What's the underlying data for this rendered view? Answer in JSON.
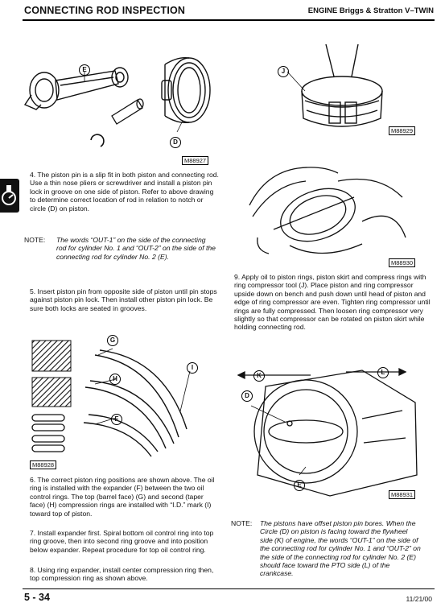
{
  "header": {
    "title": "CONNECTING ROD INSPECTION",
    "engine": "ENGINE Briggs & Stratton V–TWIN"
  },
  "figures": {
    "fig1": {
      "id": "M88927",
      "callouts": [
        "E",
        "D"
      ]
    },
    "fig2": {
      "id": "M88929",
      "callouts": [
        "J"
      ]
    },
    "fig3": {
      "id": "M88930"
    },
    "fig4": {
      "id": "M88928",
      "callouts": [
        "G",
        "H",
        "I",
        "F"
      ]
    },
    "fig5": {
      "id": "M88931",
      "callouts": [
        "K",
        "L",
        "D",
        "E"
      ]
    }
  },
  "steps": {
    "s4": "4. The piston pin is a slip fit in both piston and connecting rod. Use a thin nose pliers or screwdriver and install a piston pin lock in groove on one side of piston. Refer to above drawing to determine correct location of rod in relation to notch or circle (D) on piston.",
    "note1_label": "NOTE:",
    "note1_text": "The words “OUT-1” on the side of the connecting rod for cylinder No. 1 and “OUT-2” on the side of the connecting rod for cylinder No. 2 (E).",
    "s5": "5. Insert piston pin from opposite side of piston until pin stops against piston pin lock. Then install other piston pin lock. Be sure both locks are seated in grooves.",
    "s6": "6. The correct piston ring positions are shown above. The oil ring is installed with the expander (F) between the two oil control rings. The top (barrel face) (G) and second (taper face) (H) compression rings are installed with “I.D.” mark (I) toward top of piston.",
    "s7": "7. Install expander first. Spiral bottom oil control ring into top ring groove, then into second ring groove and into position below expander. Repeat procedure for top oil control ring.",
    "s8": "8. Using ring expander, install center compression ring then, top compression ring as shown above.",
    "s9": "9. Apply oil to piston rings, piston skirt and compress rings with ring compressor tool (J). Place piston and ring compressor upside down on bench and push down until head of piston and edge of ring compressor are even. Tighten ring compressor until rings are fully compressed. Then loosen ring compressor very slightly so that compressor can be rotated on piston skirt while holding connecting rod.",
    "note2_label": "NOTE:",
    "note2_text": "The pistons have offset piston pin bores. When the Circle (D) on piston is facing toward the flywheel side (K) of engine, the words “OUT-1” on the side of the connecting rod for cylinder No. 1 and “OUT-2” on the side of the connecting rod for cylinder No. 2 (E) should face toward the PTO side (L) of the crankcase."
  },
  "footer": {
    "page": "5 - 34",
    "date": "11/21/00"
  },
  "colors": {
    "ink": "#111111",
    "tab": "#111111"
  }
}
